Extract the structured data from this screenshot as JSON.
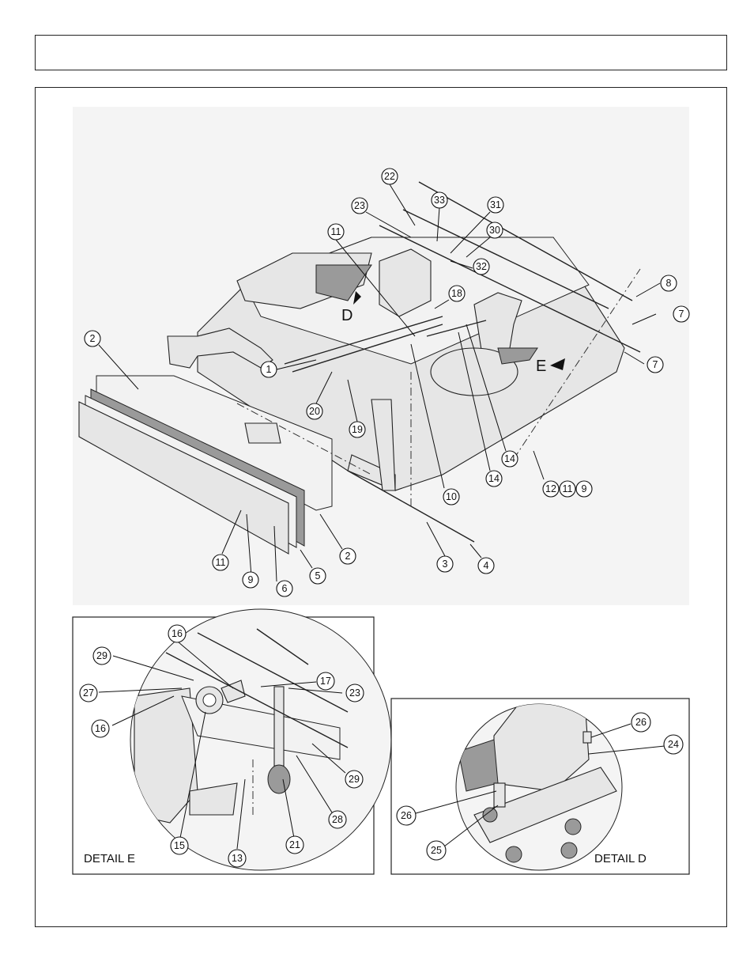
{
  "header": {
    "title": ""
  },
  "main_view": {
    "view_letters": [
      "D",
      "E"
    ],
    "callouts": [
      "1",
      "2",
      "2",
      "3",
      "4",
      "5",
      "6",
      "7",
      "7",
      "8",
      "9",
      "10",
      "11",
      "11",
      "12",
      "11",
      "9",
      "14",
      "14",
      "18",
      "19",
      "20",
      "22",
      "23",
      "30",
      "31",
      "32",
      "33"
    ]
  },
  "detail_e": {
    "label": "DETAIL E",
    "callouts": [
      "16",
      "16",
      "17",
      "29",
      "27",
      "23",
      "29",
      "28",
      "15",
      "13",
      "21"
    ]
  },
  "detail_d": {
    "label": "DETAIL D",
    "callouts": [
      "26",
      "24",
      "26",
      "25"
    ]
  }
}
